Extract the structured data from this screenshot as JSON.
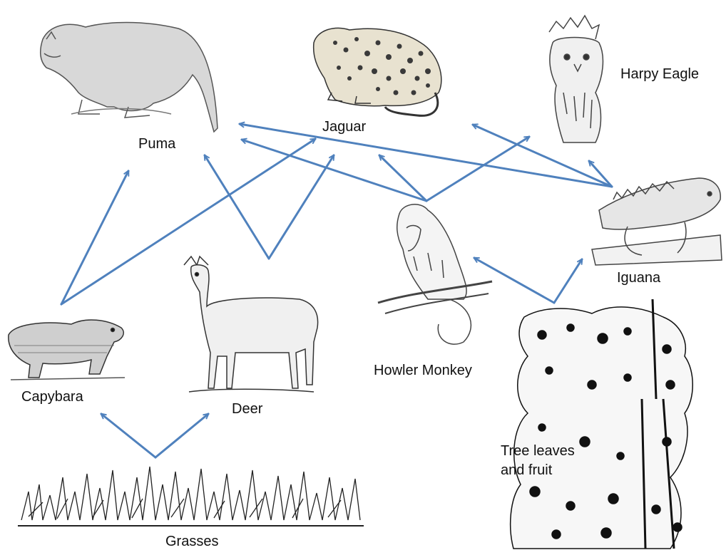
{
  "labels": {
    "puma": "Puma",
    "jaguar": "Jaguar",
    "harpy_eagle": "Harpy Eagle",
    "iguana": "Iguana",
    "howler_monkey": "Howler Monkey",
    "capybara": "Capybara",
    "deer": "Deer",
    "grasses": "Grasses",
    "tree_leaves_line1": "Tree leaves",
    "tree_leaves_line2": "and fruit"
  },
  "colors": {
    "arrow": "#4F81BD",
    "ink": "#222222",
    "spot": "#3a3a3a"
  }
}
